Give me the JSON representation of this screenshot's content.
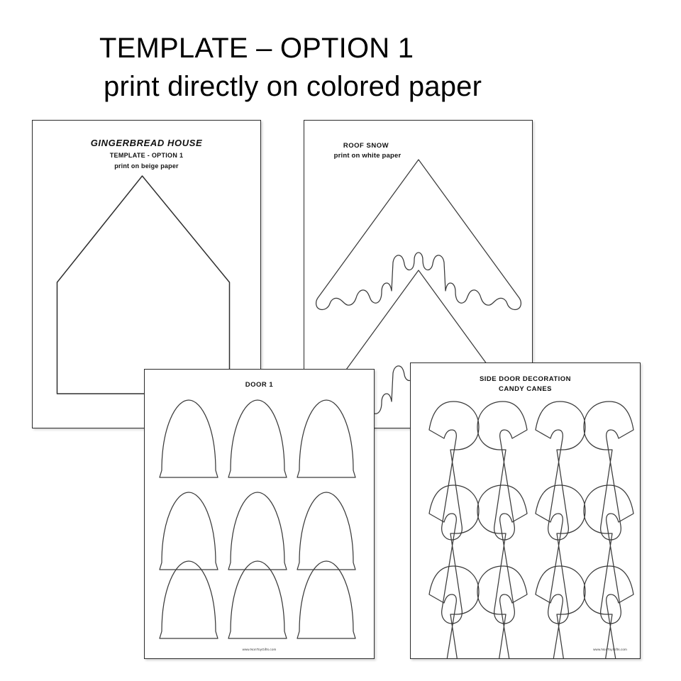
{
  "heading": {
    "line1": "TEMPLATE – OPTION 1",
    "line2": "print directly on colored paper"
  },
  "sheets": {
    "house": {
      "title": "GINGERBREAD HOUSE",
      "subtitle": "TEMPLATE - OPTION 1",
      "note": "print on beige paper",
      "shape": "house-pentagon-outline"
    },
    "snow": {
      "title": "ROOF SNOW",
      "note": "print on white paper",
      "shape": "roof-snow-chevron",
      "count": 2
    },
    "door": {
      "title": "DOOR 1",
      "shape": "arched-door-outline",
      "rows": 3,
      "columns": 3,
      "footer_url": "www.NonToyGifts.com"
    },
    "cane": {
      "title": "SIDE DOOR DECORATION",
      "subtitle": "CANDY CANES",
      "shape": "candy-cane-outline",
      "rows": 3,
      "columns": 4,
      "footer_url": "www.NonToyGifts.com"
    }
  },
  "colors": {
    "background": "#ffffff",
    "paper": "#ffffff",
    "outline": "#2f2f2f",
    "text": "#111111",
    "heading_text": "#000000"
  }
}
